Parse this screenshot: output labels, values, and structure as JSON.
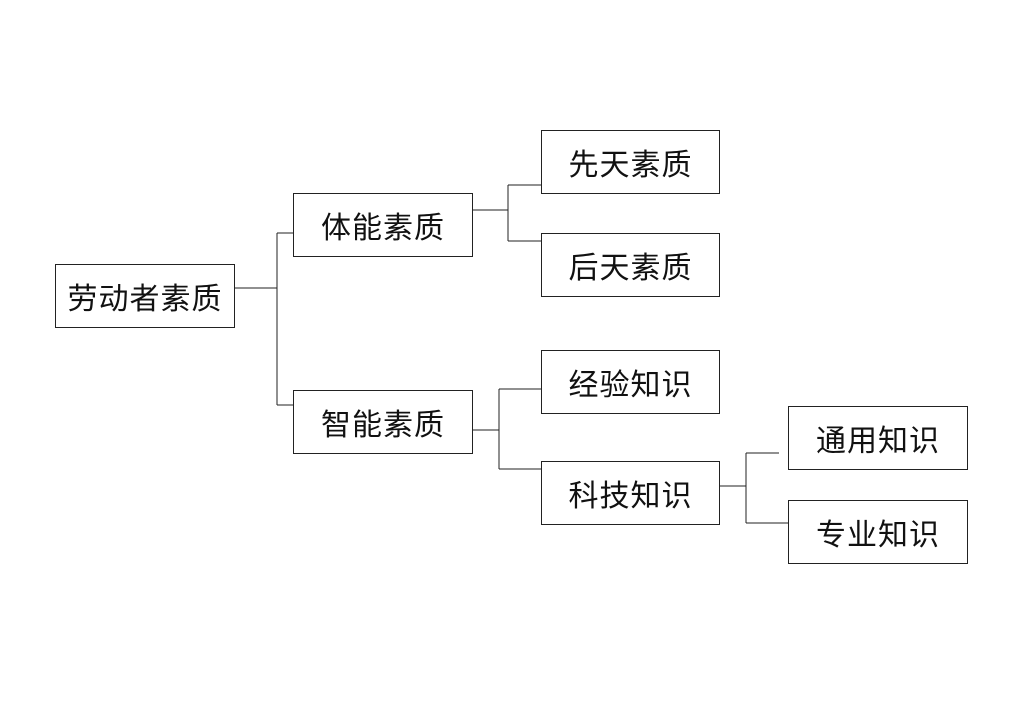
{
  "diagram": {
    "root": {
      "label": "劳动者素质"
    },
    "physical": {
      "label": "体能素质"
    },
    "intellectual": {
      "label": "智能素质"
    },
    "innate": {
      "label": "先天素质"
    },
    "acquired": {
      "label": "后天素质"
    },
    "experience": {
      "label": "经验知识"
    },
    "scitech": {
      "label": "科技知识"
    },
    "general": {
      "label": "通用知识"
    },
    "specialized": {
      "label": "专业知识"
    }
  },
  "colors": {
    "line": "#222222",
    "text": "#111111",
    "background": "#ffffff"
  }
}
